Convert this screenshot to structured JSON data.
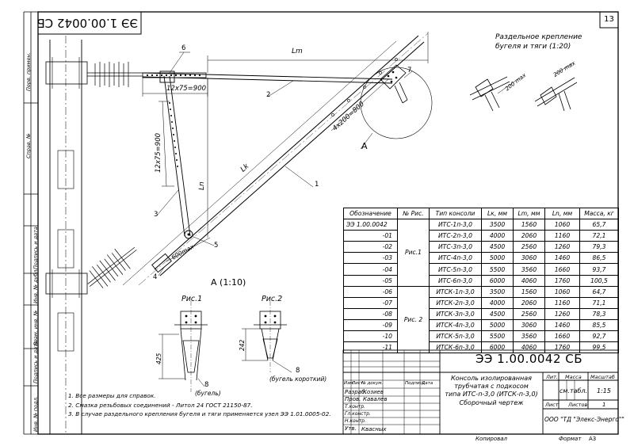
{
  "sheet": {
    "page_number": "13",
    "doc_code": "ЭЭ 1.00.0042 СБ",
    "doc_code_rotated": "ЭЭ 1.00.0042 СБ",
    "left_strip": [
      "Перв. примен.",
      "Справ. №",
      "Подпись и дата",
      "Инв. № дубл.",
      "Взам. инв. №",
      "Подпись и дата",
      "Инв. № подл."
    ],
    "footer_copied": "Копировал",
    "footer_format": "Формат",
    "footer_format_value": "А3"
  },
  "drawing": {
    "dim_lm": "Lm",
    "dim_lk": "Lk",
    "dim_ln": "Ln",
    "dim_12x75": "12x75=900",
    "dim_4x200": "4x200=800",
    "dim_12x75_vert": "12x75=900",
    "dim_600max": "600max",
    "callouts": [
      "6",
      "2",
      "7",
      "1",
      "3",
      "5",
      "4"
    ],
    "view_a_marker": "A",
    "view_a_title": "А (1:10)",
    "fig1": "Рис.1",
    "fig2": "Рис.2",
    "dim_425": "425",
    "dim_242": "242",
    "callout_8a": "8",
    "callout_8a_text": "(бугель)",
    "callout_8b": "8",
    "callout_8b_text": "(бугель короткий)",
    "detail_title_1": "Раздельное крепление",
    "detail_title_2": "бугеля и тяги (1:20)",
    "dim_200max_1": "200 max",
    "dim_200max_2": "200 max"
  },
  "spec_table": {
    "headers": [
      "Обозначение",
      "№ Рис.",
      "Тип консоли",
      "Lк, мм",
      "Lm, мм",
      "Ln, мм",
      "Масса, кг"
    ],
    "fig_labels": [
      "Рис.1",
      "Рис. 2"
    ],
    "rows": [
      [
        "ЭЭ 1.00.0042",
        "ИТС-1п-3,0",
        "3500",
        "1560",
        "1060",
        "65,7"
      ],
      [
        "-01",
        "ИТС-2п-3,0",
        "4000",
        "2060",
        "1160",
        "72,1"
      ],
      [
        "-02",
        "ИТС-3п-3,0",
        "4500",
        "2560",
        "1260",
        "79,3"
      ],
      [
        "-03",
        "ИТС-4п-3,0",
        "5000",
        "3060",
        "1460",
        "86,5"
      ],
      [
        "-04",
        "ИТС-5п-3,0",
        "5500",
        "3560",
        "1660",
        "93,7"
      ],
      [
        "-05",
        "ИТС-6п-3,0",
        "6000",
        "4060",
        "1760",
        "100,5"
      ],
      [
        "-06",
        "ИТСК-1п-3,0",
        "3500",
        "1560",
        "1060",
        "64,7"
      ],
      [
        "-07",
        "ИТСК-2п-3,0",
        "4000",
        "2060",
        "1160",
        "71,1"
      ],
      [
        "-08",
        "ИТСК-3п-3,0",
        "4500",
        "2560",
        "1260",
        "78,3"
      ],
      [
        "-09",
        "ИТСК-4п-3,0",
        "5000",
        "3060",
        "1460",
        "85,5"
      ],
      [
        "-10",
        "ИТСК-5п-3,0",
        "5500",
        "3560",
        "1660",
        "92,7"
      ],
      [
        "-11",
        "ИТСК-6п-3,0",
        "6000",
        "4060",
        "1760",
        "99,5"
      ]
    ]
  },
  "title_block": {
    "code": "ЭЭ 1.00.0042 СБ",
    "name_lines": [
      "Консоль изолированная",
      "трубчатая с подкосом",
      "типа ИТС-п-3,0 (ИТСК-п-3,0)",
      "Сборочный чертеж"
    ],
    "col_headers": [
      "Изм.",
      "Лист",
      "№ докум.",
      "Подпись",
      "Дата"
    ],
    "roles": [
      "Разраб.",
      "Пров.",
      "Т.контр.",
      "Гл.констр.",
      "Н.контр.",
      "Утв."
    ],
    "names": [
      "Козиев",
      "Кавалев",
      "",
      "",
      "",
      "Квасных"
    ],
    "lit_label": "Лит.",
    "mass_label": "Масса",
    "scale_label": "Масштаб",
    "mass_value": "см.табл.",
    "scale_value": "1:15",
    "sheet_label": "Лист",
    "sheets_label": "Листов",
    "sheets_value": "1",
    "company": "ООО \"ТД \"Элекс-Энерго\"\""
  },
  "notes": [
    "1. Все размеры для справок.",
    "2. Смазка резьбовых соединений - Литол 24 ГОСТ 21150-87.",
    "3. В случае раздельного крепления бугеля и тяги применяется узел ЭЭ 1.01.0005-02."
  ]
}
